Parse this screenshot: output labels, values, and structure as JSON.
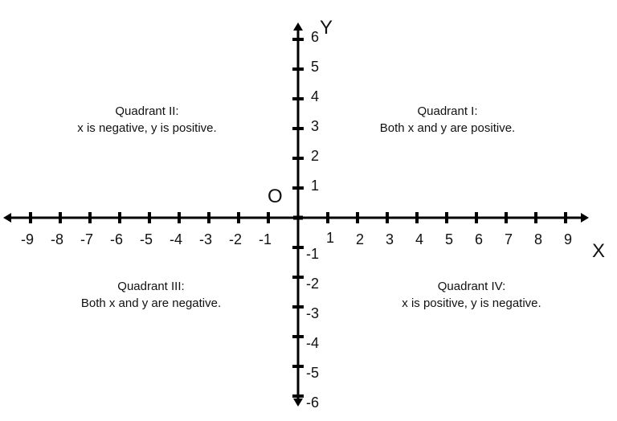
{
  "axes": {
    "x_label": "X",
    "y_label": "Y",
    "origin_label": "O",
    "x_ticks": [
      -9,
      -8,
      -7,
      -6,
      -5,
      -4,
      -3,
      -2,
      -1,
      1,
      2,
      3,
      4,
      5,
      6,
      7,
      8,
      9
    ],
    "y_ticks": [
      -6,
      -5,
      -4,
      -3,
      -2,
      -1,
      1,
      2,
      3,
      4,
      5,
      6
    ],
    "color": "#000000"
  },
  "quadrants": [
    {
      "title": "Quadrant I:",
      "desc": "Both x and y are positive."
    },
    {
      "title": "Quadrant II:",
      "desc": "x is negative, y is positive."
    },
    {
      "title": "Quadrant III:",
      "desc": "Both x and y are negative."
    },
    {
      "title": "Quadrant IV:",
      "desc": "x is positive, y is negative."
    }
  ]
}
